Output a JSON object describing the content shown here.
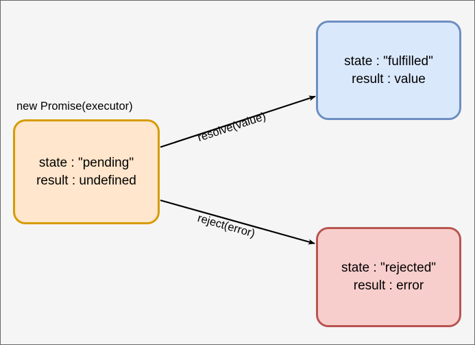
{
  "diagram": {
    "title_caption": "new Promise(executor)",
    "background_color": "#f5f5f5",
    "border_color": "#666666",
    "nodes": [
      {
        "id": "pending",
        "caption": "new Promise(executor)",
        "line1": "state : \"pending\"",
        "line2": "result : undefined",
        "fill": "#ffe6cc",
        "stroke": "#d79b00"
      },
      {
        "id": "fulfilled",
        "line1": "state : \"fulfilled\"",
        "line2": "result : value",
        "fill": "#dae8fc",
        "stroke": "#6c8ebf"
      },
      {
        "id": "rejected",
        "line1": "state : \"rejected\"",
        "line2": "result : error",
        "fill": "#f8cecc",
        "stroke": "#b85450"
      }
    ],
    "edges": [
      {
        "id": "resolve",
        "label": "resolve(value)",
        "from": "pending",
        "to": "fulfilled",
        "color": "#000000"
      },
      {
        "id": "reject",
        "label": "reject(error)",
        "from": "pending",
        "to": "rejected",
        "color": "#000000"
      }
    ]
  }
}
